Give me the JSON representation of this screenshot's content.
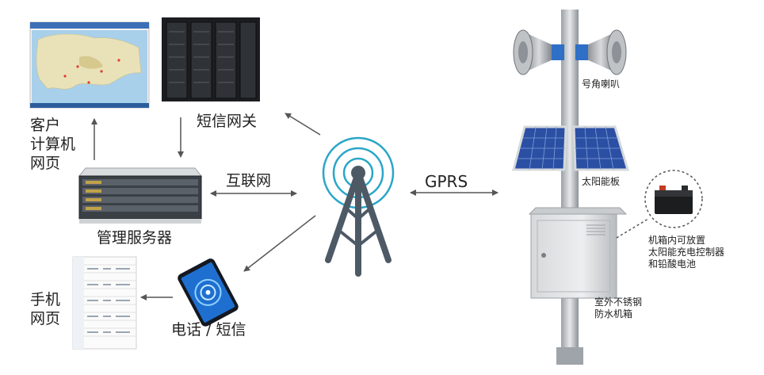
{
  "labels": {
    "client_web": "客户\n计算机\n网页",
    "sms_gateway": "短信网关",
    "internet": "互联网",
    "management_server": "管理服务器",
    "mobile_web": "手机\n网页",
    "phone_sms": "电话 / 短信",
    "gprs": "GPRS",
    "horn_speaker": "号角喇叭",
    "solar_panel": "太阳能板",
    "battery_note": "机箱内可放置\n太阳能充电控制器\n和铅酸电池",
    "cabinet": "室外不锈钢\n防水机箱"
  },
  "colors": {
    "arrow": "#555555",
    "tower": "#4d5a66",
    "signal": "#2aa6c8",
    "solar": "#2b4fa3",
    "pole": "#c9cdd1"
  }
}
